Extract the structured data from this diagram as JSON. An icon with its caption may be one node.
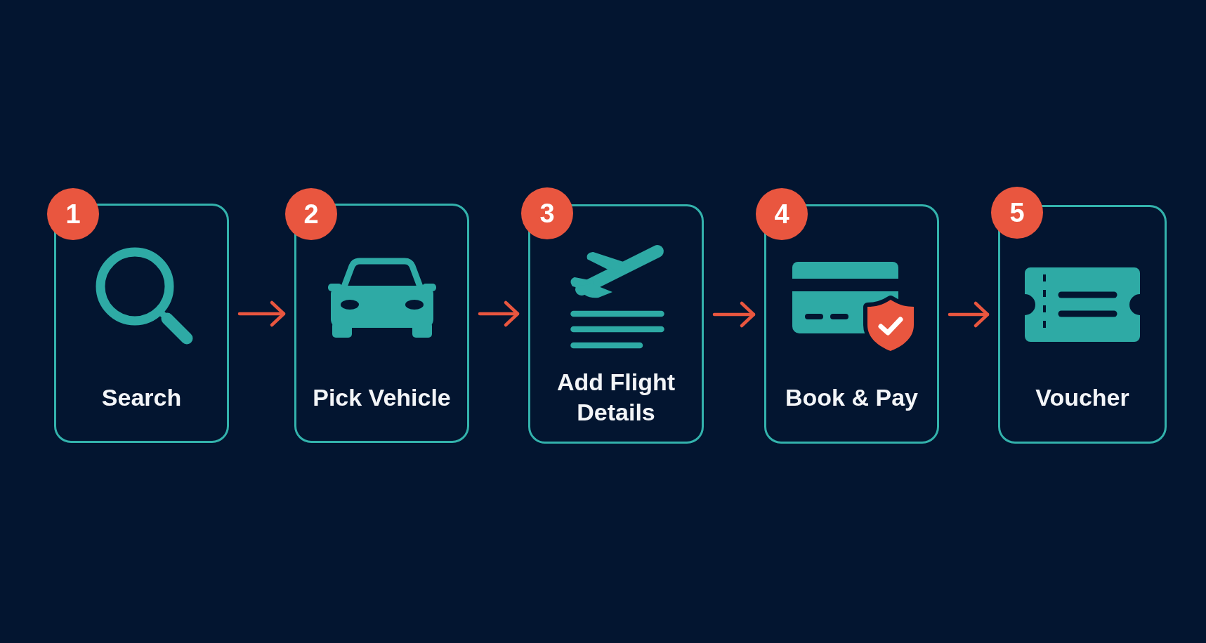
{
  "diagram": {
    "nodes": [
      {
        "text": [
          "1"
        ]
      },
      {
        "text": [
          "Search"
        ]
      },
      {
        "text": [
          "2"
        ]
      },
      {
        "text": [
          "Pick Vehicle"
        ]
      },
      {
        "text": [
          "3"
        ]
      },
      {
        "text": [
          "Add Flight Details"
        ]
      },
      {
        "text": [
          "4"
        ]
      },
      {
        "text": [
          "Book & Pay"
        ]
      },
      {
        "text": [
          "5"
        ]
      },
      {
        "text": [
          "Voucher"
        ]
      }
    ],
    "edges": [
      {
        "from": 1,
        "to": 3,
        "arrow": "to"
      },
      {
        "from": 3,
        "to": 5,
        "arrow": "to"
      },
      {
        "from": 5,
        "to": 7,
        "arrow": "to"
      },
      {
        "from": 7,
        "to": 9,
        "arrow": "to"
      }
    ]
  }
}
